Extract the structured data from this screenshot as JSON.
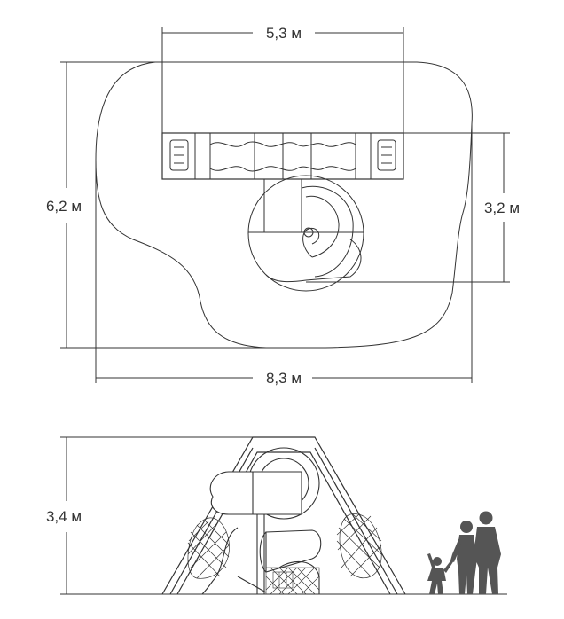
{
  "dimensions": {
    "width_top": "5,3 м",
    "depth_left": "6,2 м",
    "depth_right": "3,2 м",
    "width_bottom": "8,3 м",
    "height_elevation": "3,4 м"
  },
  "colors": {
    "line": "#333333",
    "figure": "#555555",
    "background": "#ffffff"
  }
}
